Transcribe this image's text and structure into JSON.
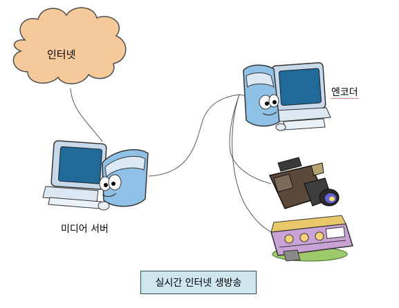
{
  "diagram": {
    "cloud_label": "인터넷",
    "encoder_label": "엔코더",
    "media_server_label": "미디어 서버",
    "caption": "실시간 인터넷 생방송"
  },
  "colors": {
    "cloud_fill": "#f5c999",
    "cloud_stroke": "#4d4d4d",
    "monitor_body": "#c7d9ea",
    "screen": "#1f6a99",
    "tower": "#8fc1e6",
    "caption_bg": "#cfe6ef"
  }
}
